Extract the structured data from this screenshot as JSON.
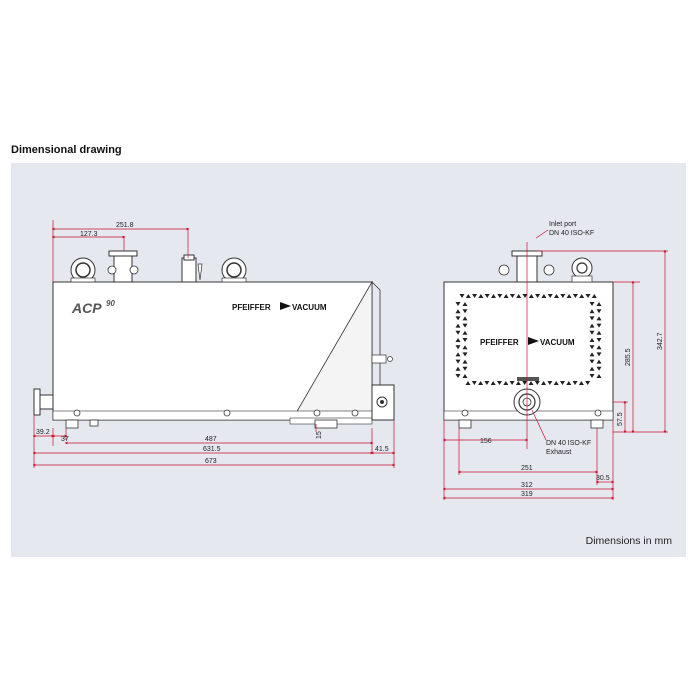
{
  "page": {
    "title": "Dimensional drawing",
    "units_note": "Dimensions in mm"
  },
  "side_view": {
    "model_label": "ACP",
    "model_number": "90",
    "brand_left": "PFEIFFER",
    "brand_right": "VACUUM",
    "dims": {
      "d_251_8": "251.8",
      "d_127_3": "127.3",
      "d_39_2": "39.2",
      "d_37": "37",
      "d_487": "487",
      "d_15": "15",
      "d_631_5": "631.5",
      "d_41_5": "41.5",
      "d_673": "673"
    }
  },
  "front_view": {
    "brand_left": "PFEIFFER",
    "brand_right": "VACUUM",
    "inlet_label_1": "Inlet port",
    "inlet_label_2": "DN 40 ISO-KF",
    "exhaust_label_1": "DN 40 ISO-KF",
    "exhaust_label_2": "Exhaust",
    "dims": {
      "d_342_7": "342.7",
      "d_285_5": "285.5",
      "d_57_5": "57.5",
      "d_156": "156",
      "d_251": "251",
      "d_30_5": "30.5",
      "d_312": "312",
      "d_319": "319"
    }
  },
  "colors": {
    "dimension_line": "#c8102e",
    "outline": "#333333",
    "body_fill": "#ffffff",
    "panel": "#e6e8f0"
  }
}
